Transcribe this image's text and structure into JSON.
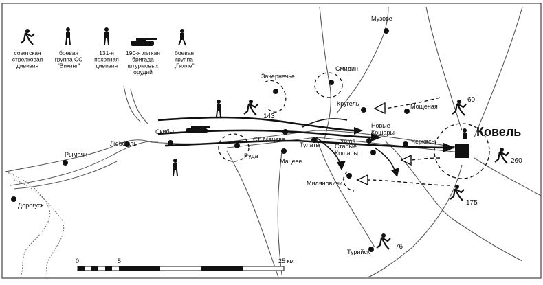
{
  "legend": [
    {
      "icon": "soviet-rifle-division-icon",
      "label": "советская\nстрелковая\nдивизия"
    },
    {
      "icon": "ss-viking-group-icon",
      "label": "боевая\nгруппа СС\n\"Викинг\""
    },
    {
      "icon": "infantry-division-131-icon",
      "label": "131-я\nпехотная\nдивизия"
    },
    {
      "icon": "assault-gun-brigade-icon",
      "label": "190-я легкая\nбригада\nштурмовых\nорудий"
    },
    {
      "icon": "gille-group-icon",
      "label": "боевая\nгруппа\n„Гилле\""
    }
  ],
  "places": {
    "muzove": "Музове",
    "zachernechye": "Зачернечье",
    "smidin": "Смидин",
    "krugel": "Кругель",
    "moshchenaya": "Мощеная",
    "novye_koshary": "Новые\nКошары",
    "cherkasy": "Черкасы",
    "kovel": "Ковель",
    "rymachi": "Рымачи",
    "lyuboml": "Любомль",
    "skiby": "Скибы",
    "st_matseva": "Ст. Мацева",
    "tuly": "Тулаты",
    "matseve": "Мацеве",
    "ruda": "Руда",
    "starye_koshary": "Старые\nКошары",
    "milyanovichi": "Миляновичи",
    "dorogusk": "Дорогуск",
    "turiysk": "Турийск"
  },
  "unit_numbers": {
    "n143": "143",
    "n60": "60",
    "n260": "260",
    "n175": "175",
    "n76": "76"
  },
  "date_label": "29/03",
  "scale": {
    "ticks": [
      "0",
      "5",
      "25 км"
    ]
  }
}
